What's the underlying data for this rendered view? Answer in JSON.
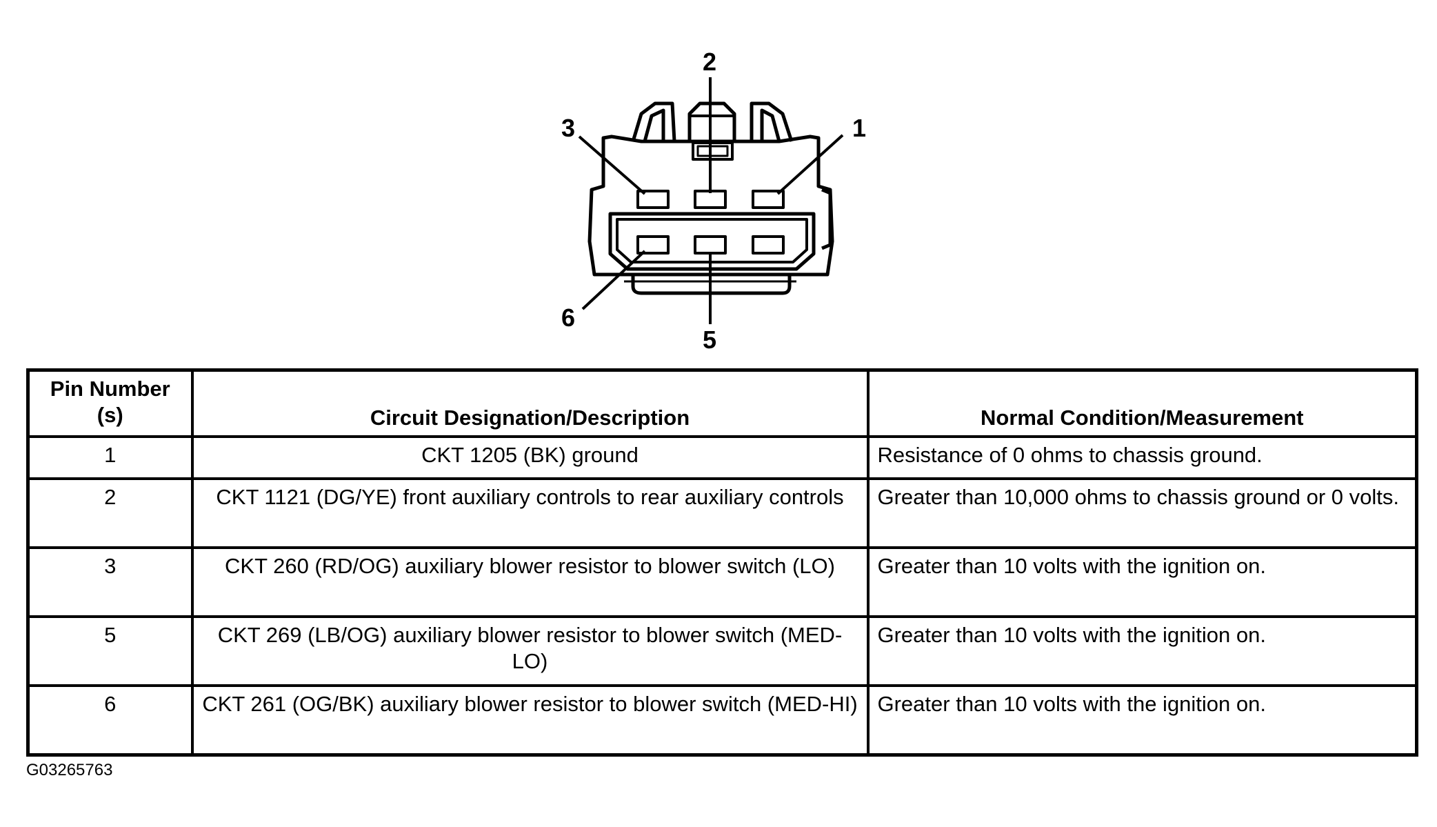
{
  "connector_diagram": {
    "pin_callouts": [
      "1",
      "2",
      "3",
      "5",
      "6"
    ]
  },
  "pin_table": {
    "headers": {
      "pin_line1": "Pin Number",
      "pin_line2": "(s)",
      "description": "Circuit Designation/Description",
      "measurement": "Normal Condition/Measurement"
    },
    "rows": [
      {
        "pin": "1",
        "description": "CKT 1205 (BK) ground",
        "measurement": "Resistance of 0 ohms to chassis ground."
      },
      {
        "pin": "2",
        "description": "CKT 1121 (DG/YE) front auxiliary controls to rear auxiliary controls",
        "measurement": "Greater than 10,000 ohms to chassis ground or 0 volts."
      },
      {
        "pin": "3",
        "description": "CKT 260 (RD/OG) auxiliary blower resistor to blower switch (LO)",
        "measurement": "Greater than 10 volts with the ignition on."
      },
      {
        "pin": "5",
        "description": "CKT 269 (LB/OG) auxiliary blower resistor to blower switch (MED-LO)",
        "measurement": "Greater than 10 volts with the ignition on."
      },
      {
        "pin": "6",
        "description": "CKT 261 (OG/BK) auxiliary blower resistor to blower switch (MED-HI)",
        "measurement": "Greater than 10 volts with the ignition on."
      }
    ]
  },
  "figure_id": "G03265763"
}
